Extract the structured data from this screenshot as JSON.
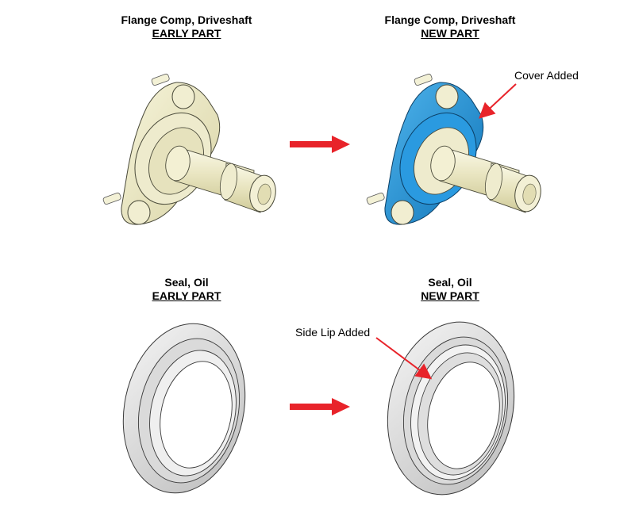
{
  "panels": {
    "top_left": {
      "title": "Flange Comp, Driveshaft",
      "subtitle": "EARLY PART"
    },
    "top_right": {
      "title": "Flange Comp, Driveshaft",
      "subtitle": "NEW PART"
    },
    "bottom_left": {
      "title": "Seal, Oil",
      "subtitle": "EARLY PART"
    },
    "bottom_right": {
      "title": "Seal, Oil",
      "subtitle": "NEW PART"
    }
  },
  "callouts": {
    "cover": "Cover Added",
    "side_lip": "Side Lip Added"
  },
  "colors": {
    "arrow": "#e8232a",
    "flange_early": "#efeccb",
    "flange_new_cover": "#1a8fd6",
    "seal": "#e6e6e6"
  }
}
